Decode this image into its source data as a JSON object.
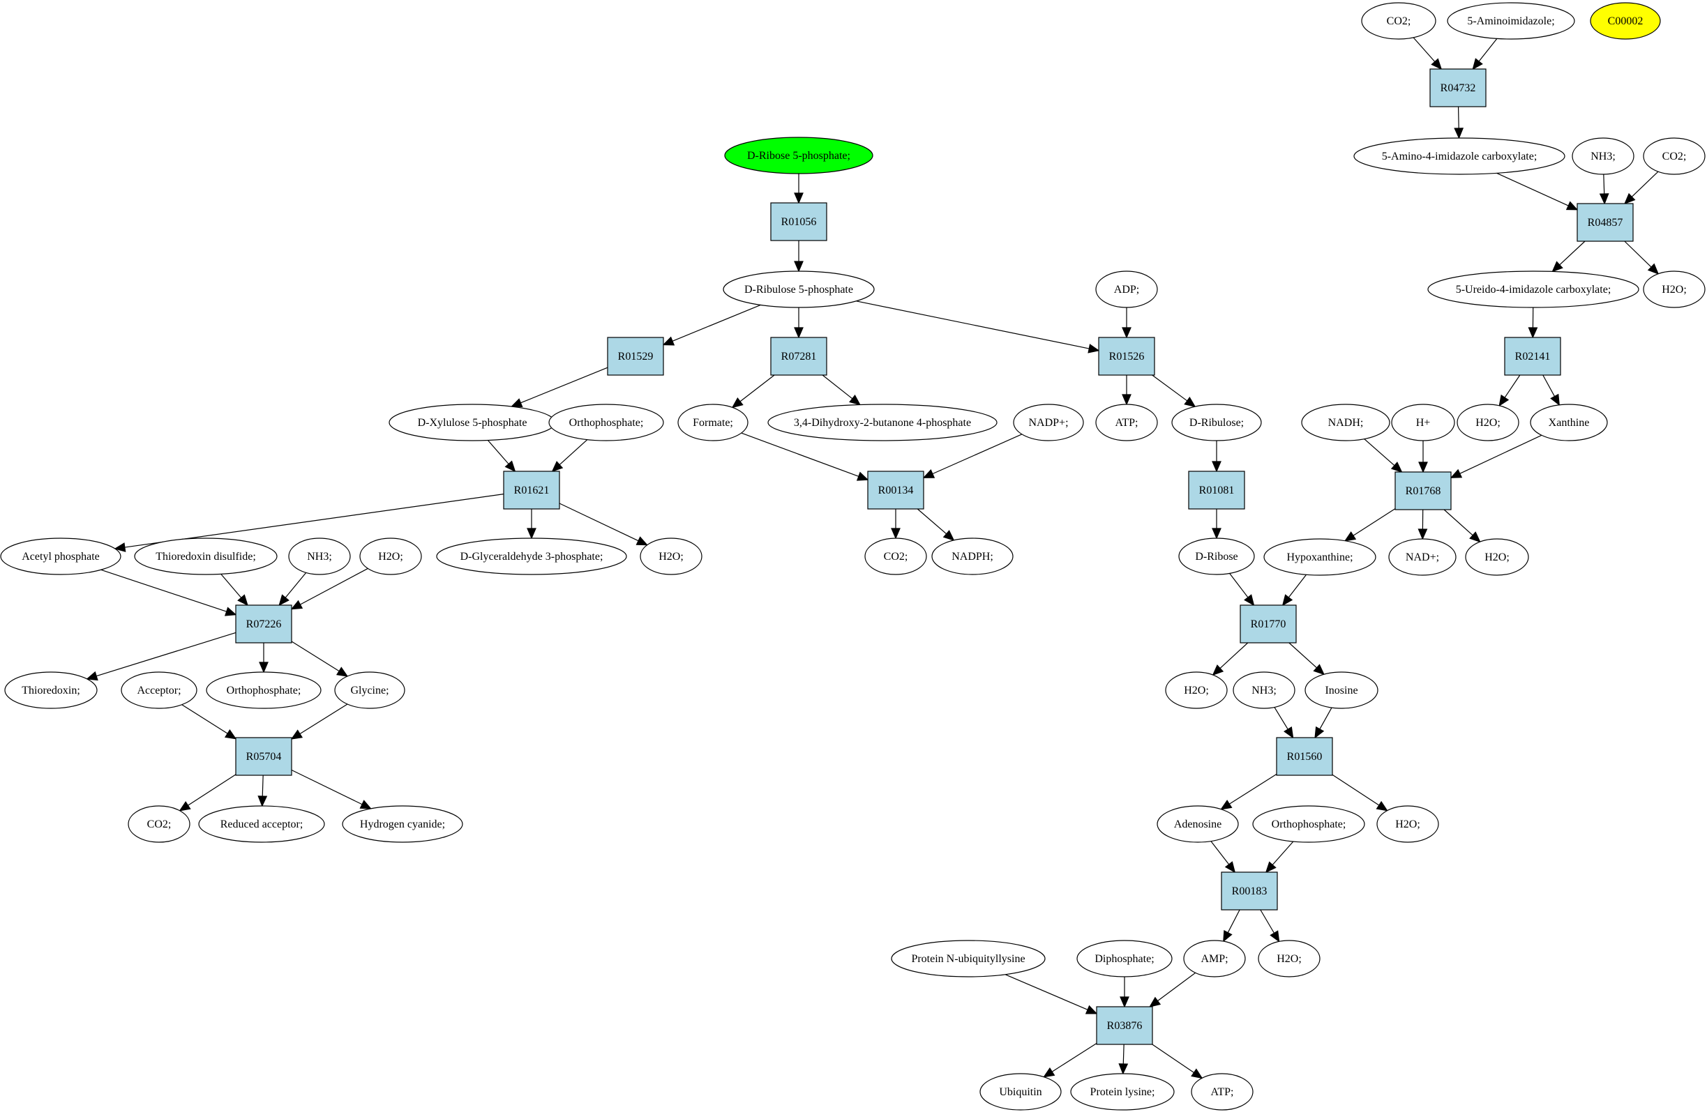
{
  "colors": {
    "reaction_fill": "#add8e6",
    "start_fill": "#00ff00",
    "target_fill": "#ffff00",
    "metabolite_fill": "#ffffff"
  },
  "nodes": {
    "n1": {
      "label": "CO2;",
      "kind": "metabolite"
    },
    "n2": {
      "label": "5-Aminoimidazole;",
      "kind": "metabolite"
    },
    "n3": {
      "label": "C00002",
      "kind": "target"
    },
    "n4": {
      "label": "R04732",
      "kind": "reaction"
    },
    "n5": {
      "label": "5-Amino-4-imidazole carboxylate;",
      "kind": "metabolite"
    },
    "n6": {
      "label": "NH3;",
      "kind": "metabolite"
    },
    "n7": {
      "label": "CO2;",
      "kind": "metabolite"
    },
    "n8": {
      "label": "R04857",
      "kind": "reaction"
    },
    "n9": {
      "label": "5-Ureido-4-imidazole carboxylate;",
      "kind": "metabolite"
    },
    "n10": {
      "label": "H2O;",
      "kind": "metabolite"
    },
    "n11": {
      "label": "R02141",
      "kind": "reaction"
    },
    "n12": {
      "label": "H2O;",
      "kind": "metabolite"
    },
    "n13": {
      "label": "Xanthine",
      "kind": "metabolite"
    },
    "n14": {
      "label": "NADH;",
      "kind": "metabolite"
    },
    "n15": {
      "label": "H+",
      "kind": "metabolite"
    },
    "n16": {
      "label": "R01768",
      "kind": "reaction"
    },
    "n17": {
      "label": "Hypoxanthine;",
      "kind": "metabolite"
    },
    "n18": {
      "label": "NAD+;",
      "kind": "metabolite"
    },
    "n19": {
      "label": "H2O;",
      "kind": "metabolite"
    },
    "n20": {
      "label": "D-Ribose 5-phosphate;",
      "kind": "start"
    },
    "n21": {
      "label": "R01056",
      "kind": "reaction"
    },
    "n22": {
      "label": "D-Ribulose 5-phosphate",
      "kind": "metabolite"
    },
    "n23": {
      "label": "R01529",
      "kind": "reaction"
    },
    "n24": {
      "label": "R07281",
      "kind": "reaction"
    },
    "n25": {
      "label": "ADP;",
      "kind": "metabolite"
    },
    "n26": {
      "label": "R01526",
      "kind": "reaction"
    },
    "n27": {
      "label": "D-Xylulose 5-phosphate",
      "kind": "metabolite"
    },
    "n28": {
      "label": "Orthophosphate;",
      "kind": "metabolite"
    },
    "n29": {
      "label": "Formate;",
      "kind": "metabolite"
    },
    "n30": {
      "label": "3,4-Dihydroxy-2-butanone 4-phosphate",
      "kind": "metabolite"
    },
    "n31": {
      "label": "NADP+;",
      "kind": "metabolite"
    },
    "n32": {
      "label": "ATP;",
      "kind": "metabolite"
    },
    "n33": {
      "label": "D-Ribulose;",
      "kind": "metabolite"
    },
    "n34": {
      "label": "R01621",
      "kind": "reaction"
    },
    "n35": {
      "label": "R00134",
      "kind": "reaction"
    },
    "n36": {
      "label": "R01081",
      "kind": "reaction"
    },
    "n37": {
      "label": "Acetyl phosphate",
      "kind": "metabolite"
    },
    "n38": {
      "label": "Thioredoxin disulfide;",
      "kind": "metabolite"
    },
    "n39": {
      "label": "NH3;",
      "kind": "metabolite"
    },
    "n40": {
      "label": "H2O;",
      "kind": "metabolite"
    },
    "n41": {
      "label": "D-Glyceraldehyde 3-phosphate;",
      "kind": "metabolite"
    },
    "n42": {
      "label": "H2O;",
      "kind": "metabolite"
    },
    "n43": {
      "label": "CO2;",
      "kind": "metabolite"
    },
    "n44": {
      "label": "NADPH;",
      "kind": "metabolite"
    },
    "n45": {
      "label": "D-Ribose",
      "kind": "metabolite"
    },
    "n46": {
      "label": "R07226",
      "kind": "reaction"
    },
    "n47": {
      "label": "R01770",
      "kind": "reaction"
    },
    "n48": {
      "label": "Thioredoxin;",
      "kind": "metabolite"
    },
    "n49": {
      "label": "Acceptor;",
      "kind": "metabolite"
    },
    "n50": {
      "label": "Orthophosphate;",
      "kind": "metabolite"
    },
    "n51": {
      "label": "Glycine;",
      "kind": "metabolite"
    },
    "n52": {
      "label": "H2O;",
      "kind": "metabolite"
    },
    "n53": {
      "label": "NH3;",
      "kind": "metabolite"
    },
    "n54": {
      "label": "Inosine",
      "kind": "metabolite"
    },
    "n55": {
      "label": "R05704",
      "kind": "reaction"
    },
    "n56": {
      "label": "R01560",
      "kind": "reaction"
    },
    "n57": {
      "label": "CO2;",
      "kind": "metabolite"
    },
    "n58": {
      "label": "Reduced acceptor;",
      "kind": "metabolite"
    },
    "n59": {
      "label": "Hydrogen cyanide;",
      "kind": "metabolite"
    },
    "n60": {
      "label": "Adenosine",
      "kind": "metabolite"
    },
    "n61": {
      "label": "Orthophosphate;",
      "kind": "metabolite"
    },
    "n62": {
      "label": "H2O;",
      "kind": "metabolite"
    },
    "n63": {
      "label": "R00183",
      "kind": "reaction"
    },
    "n64": {
      "label": "Protein N-ubiquityllysine",
      "kind": "metabolite"
    },
    "n65": {
      "label": "Diphosphate;",
      "kind": "metabolite"
    },
    "n66": {
      "label": "AMP;",
      "kind": "metabolite"
    },
    "n67": {
      "label": "H2O;",
      "kind": "metabolite"
    },
    "n68": {
      "label": "R03876",
      "kind": "reaction"
    },
    "n69": {
      "label": "Ubiquitin",
      "kind": "metabolite"
    },
    "n70": {
      "label": "Protein lysine;",
      "kind": "metabolite"
    },
    "n71": {
      "label": "ATP;",
      "kind": "metabolite"
    }
  },
  "edges": [
    [
      "n1",
      "n4"
    ],
    [
      "n2",
      "n4"
    ],
    [
      "n4",
      "n5"
    ],
    [
      "n5",
      "n8"
    ],
    [
      "n6",
      "n8"
    ],
    [
      "n7",
      "n8"
    ],
    [
      "n8",
      "n9"
    ],
    [
      "n8",
      "n10"
    ],
    [
      "n9",
      "n11"
    ],
    [
      "n11",
      "n12"
    ],
    [
      "n11",
      "n13"
    ],
    [
      "n14",
      "n16"
    ],
    [
      "n15",
      "n16"
    ],
    [
      "n13",
      "n16"
    ],
    [
      "n16",
      "n17"
    ],
    [
      "n16",
      "n18"
    ],
    [
      "n16",
      "n19"
    ],
    [
      "n20",
      "n21"
    ],
    [
      "n21",
      "n22"
    ],
    [
      "n22",
      "n23"
    ],
    [
      "n22",
      "n24"
    ],
    [
      "n22",
      "n26"
    ],
    [
      "n25",
      "n26"
    ],
    [
      "n23",
      "n27"
    ],
    [
      "n24",
      "n29"
    ],
    [
      "n24",
      "n30"
    ],
    [
      "n26",
      "n32"
    ],
    [
      "n26",
      "n33"
    ],
    [
      "n27",
      "n34"
    ],
    [
      "n28",
      "n34"
    ],
    [
      "n29",
      "n35"
    ],
    [
      "n31",
      "n35"
    ],
    [
      "n33",
      "n36"
    ],
    [
      "n34",
      "n37"
    ],
    [
      "n34",
      "n41"
    ],
    [
      "n34",
      "n42"
    ],
    [
      "n35",
      "n43"
    ],
    [
      "n35",
      "n44"
    ],
    [
      "n36",
      "n45"
    ],
    [
      "n37",
      "n46"
    ],
    [
      "n38",
      "n46"
    ],
    [
      "n39",
      "n46"
    ],
    [
      "n40",
      "n46"
    ],
    [
      "n45",
      "n47"
    ],
    [
      "n17",
      "n47"
    ],
    [
      "n46",
      "n48"
    ],
    [
      "n46",
      "n50"
    ],
    [
      "n46",
      "n51"
    ],
    [
      "n47",
      "n52"
    ],
    [
      "n47",
      "n54"
    ],
    [
      "n49",
      "n55"
    ],
    [
      "n51",
      "n55"
    ],
    [
      "n53",
      "n56"
    ],
    [
      "n54",
      "n56"
    ],
    [
      "n55",
      "n57"
    ],
    [
      "n55",
      "n58"
    ],
    [
      "n55",
      "n59"
    ],
    [
      "n56",
      "n60"
    ],
    [
      "n56",
      "n62"
    ],
    [
      "n60",
      "n63"
    ],
    [
      "n61",
      "n63"
    ],
    [
      "n63",
      "n66"
    ],
    [
      "n63",
      "n67"
    ],
    [
      "n64",
      "n68"
    ],
    [
      "n65",
      "n68"
    ],
    [
      "n66",
      "n68"
    ],
    [
      "n68",
      "n69"
    ],
    [
      "n68",
      "n70"
    ],
    [
      "n68",
      "n71"
    ]
  ]
}
